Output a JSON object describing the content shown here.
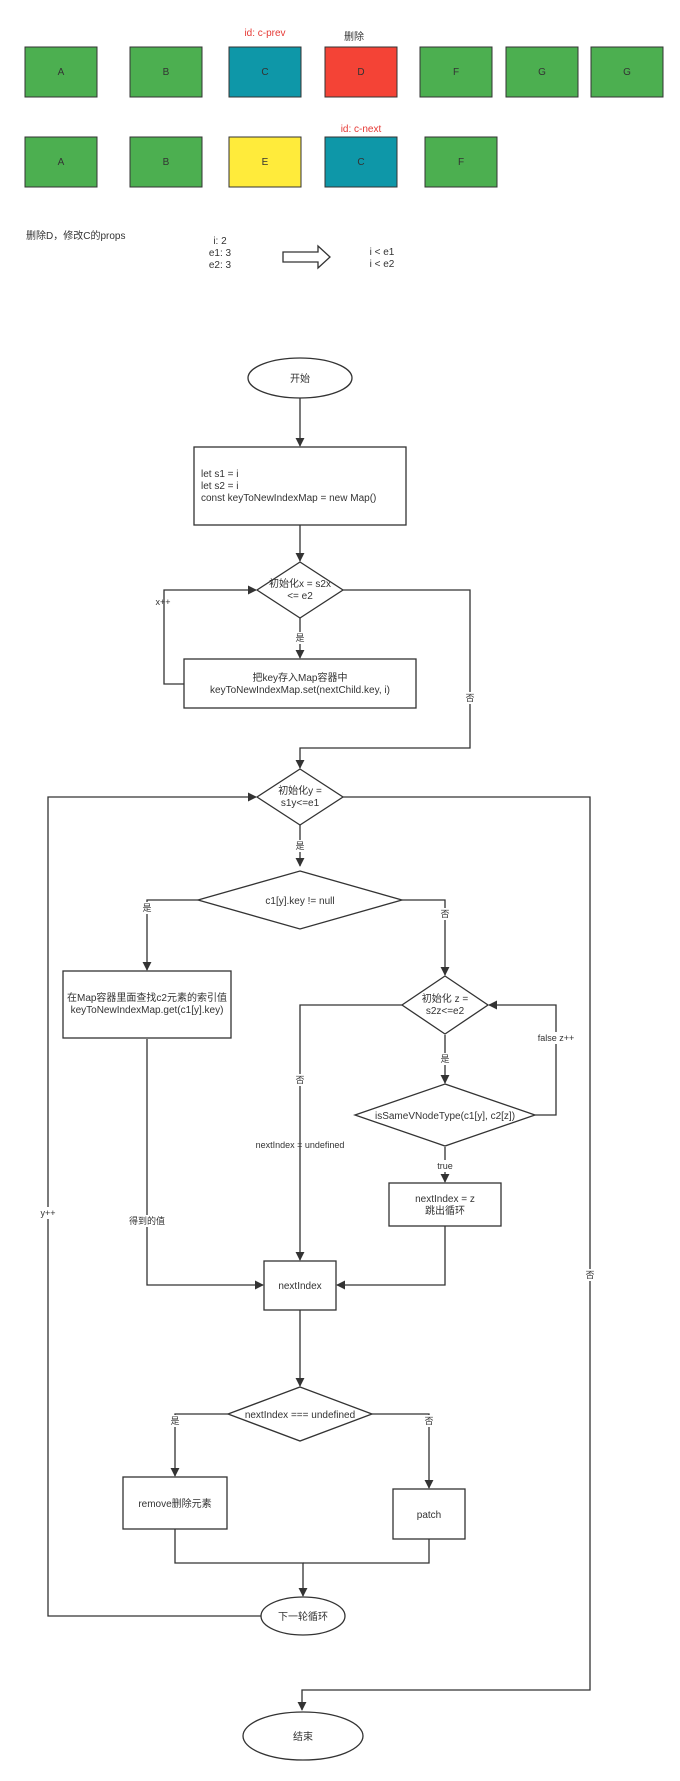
{
  "colors": {
    "green": "#4caf50",
    "teal": "#0e97a8",
    "red": "#f44336",
    "yellow": "#ffeb3b",
    "annotation_red": "#e53935",
    "stroke": "#333333"
  },
  "prev_row": {
    "annotation_c": "id: c-prev",
    "annotation_d": "删除",
    "boxes": [
      "A",
      "B",
      "C",
      "D",
      "F",
      "G",
      "G"
    ]
  },
  "next_row": {
    "annotation_c": "id: c-next",
    "boxes": [
      "A",
      "B",
      "E",
      "C",
      "F"
    ]
  },
  "info": {
    "note": "删除D，修改C的props",
    "i": "i: 2",
    "e1": "e1: 3",
    "e2": "e2: 3",
    "cond1": "i < e1",
    "cond2": "i < e2"
  },
  "flow": {
    "start": "开始",
    "init_line1": "let s1 = i",
    "init_line2": "let s2 = i",
    "init_line3": "const keyToNewIndexMap = new Map()",
    "loop_x_line1": "初始化x = s2x",
    "loop_x_line2": "<= e2",
    "store_line1": "把key存入Map容器中",
    "store_line2": "keyToNewIndexMap.set(nextChild.key, i)",
    "loop_y_line1": "初始化y =",
    "loop_y_line2": "s1y<=e1",
    "key_check": "c1[y].key != null",
    "lookup_line1": "在Map容器里面查找c2元素的索引值",
    "lookup_line2": "keyToNewIndexMap.get(c1[y].key)",
    "loop_z_line1": "初始化 z =",
    "loop_z_line2": "s2z<=e2",
    "same_check": "isSameVNodeType(c1[y], c2[z])",
    "assign_line1": "nextIndex = z",
    "assign_line2": "跳出循环",
    "next_index": "nextIndex",
    "undef_check": "nextIndex === undefined",
    "remove": "remove删除元素",
    "patch": "patch",
    "next_round": "下一轮循环",
    "end": "结束"
  },
  "edge_labels": {
    "x_inc": "x++",
    "yes_x": "是",
    "no_x": "否",
    "yes_y": "是",
    "yes_key": "是",
    "no_key": "否",
    "no_z": "否",
    "undefined_note": "nextIndex = undefined",
    "yes_z": "是",
    "false_z": "false z++",
    "true_same": "true",
    "got_value": "得到的值",
    "y_inc": "y++",
    "no_y": "否",
    "yes_undef": "是",
    "no_undef": "否"
  }
}
